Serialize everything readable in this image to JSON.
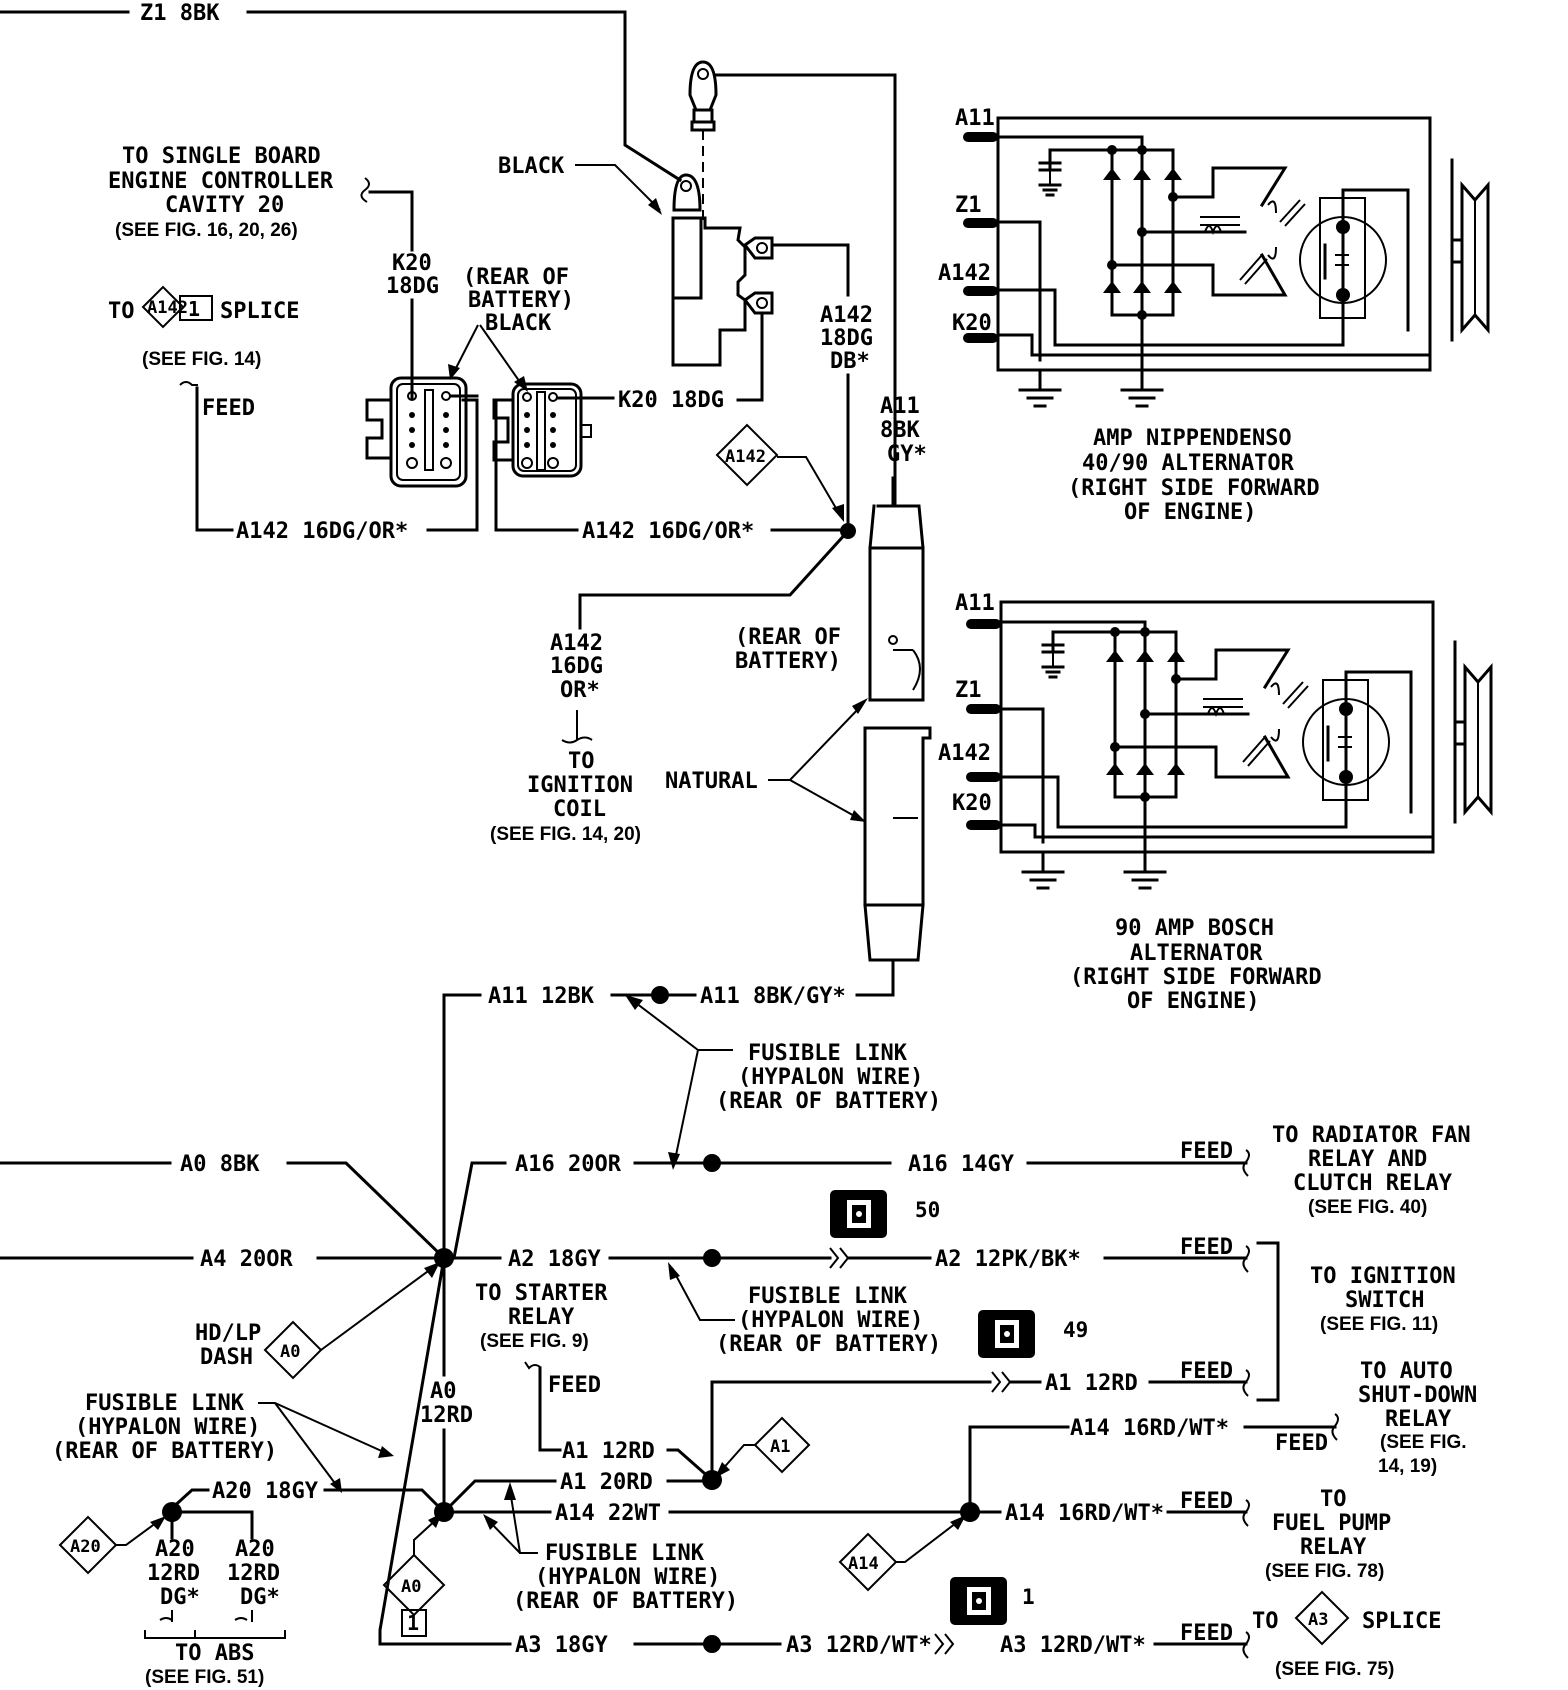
{
  "diagram": {
    "type": "automotive charging system wiring diagram",
    "wires_top": {
      "z1": "Z1 8BK",
      "k20_vert": [
        "K20",
        "18DG"
      ],
      "k20_horiz": "K20 18DG",
      "a142_18dg": [
        "A142",
        "18DG",
        "DB*"
      ],
      "a11_8bk": [
        "A11",
        "8BK",
        "GY*"
      ],
      "a142_left": "A142 16DG/OR*",
      "a142_mid": "A142 16DG/OR*",
      "a142_coil": [
        "A142",
        "16DG",
        "OR*"
      ]
    },
    "labels_top": {
      "black_terminal": "BLACK",
      "sbec": [
        "TO SINGLE BOARD",
        "ENGINE CONTROLLER",
        "CAVITY 20"
      ],
      "sbec_see": "(SEE FIG. 16, 20, 26)",
      "to": "TO",
      "splice": "SPLICE",
      "splice_diamond": "A142",
      "splice_box": "1",
      "splice_see": "(SEE FIG. 14)",
      "feed": "FEED",
      "connector_note": [
        "(REAR OF",
        "BATTERY)",
        "BLACK"
      ],
      "a142_diamond": "A142",
      "rear_of_battery": [
        "(REAR OF",
        "BATTERY)"
      ],
      "natural": "NATURAL",
      "ignition_coil": [
        "TO",
        "IGNITION",
        "COIL"
      ],
      "ignition_coil_see": "(SEE FIG. 14, 20)"
    },
    "alternator_1": {
      "terminals": [
        "A11",
        "Z1",
        "A142",
        "K20"
      ],
      "title": [
        "AMP NIPPENDENSO",
        "40/90 ALTERNATOR",
        "(RIGHT SIDE FORWARD",
        "OF ENGINE)"
      ]
    },
    "alternator_2": {
      "terminals": [
        "A11",
        "Z1",
        "A142",
        "K20"
      ],
      "title": [
        "90 AMP BOSCH",
        "ALTERNATOR",
        "(RIGHT SIDE FORWARD",
        "OF ENGINE)"
      ]
    },
    "wires_bottom": {
      "a11_12bk": "A11 12BK",
      "a11_8bk_gy": "A11 8BK/GY*",
      "a0_8bk": "A0 8BK",
      "a16_20or": "A16 20OR",
      "a16_14gy": "A16 14GY",
      "a4_20or": "A4 20OR",
      "a2_18gy": "A2 18GY",
      "a2_12pk_bk": "A2 12PK/BK*",
      "a0_12rd": [
        "A0",
        "12RD"
      ],
      "a1_12rd_left": "A1 12RD",
      "a1_12rd_right": "A1 12RD",
      "a1_20rd": "A1 20RD",
      "a14_22wt": "A14 22WT",
      "a14_16rd_wt_top": "A14 16RD/WT*",
      "a14_16rd_wt_bottom": "A14 16RD/WT*",
      "a20_18gy": "A20 18GY",
      "a20_branch_1": [
        "A20",
        "12RD",
        "DG*"
      ],
      "a20_branch_2": [
        "A20",
        "12RD",
        "DG*"
      ],
      "a3_18gy": "A3 18GY",
      "a3_12rd_wt_1": "A3 12RD/WT*",
      "a3_12rd_wt_2": "A3 12RD/WT*"
    },
    "labels_bottom": {
      "fusible_link": [
        "FUSIBLE LINK",
        "(HYPALON WIRE)",
        "(REAR OF BATTERY)"
      ],
      "feed": "FEED",
      "radiator_fan": [
        "TO RADIATOR FAN",
        "RELAY AND",
        "CLUTCH RELAY"
      ],
      "radiator_fan_see": "(SEE FIG. 40)",
      "ignition_switch": [
        "TO IGNITION",
        "SWITCH"
      ],
      "ignition_switch_see": "(SEE FIG. 11)",
      "asd_relay": [
        "TO AUTO",
        "SHUT-DOWN",
        "RELAY"
      ],
      "asd_relay_see": [
        "(SEE FIG.",
        "14, 19)"
      ],
      "fuel_pump": [
        "TO",
        "FUEL PUMP",
        "RELAY"
      ],
      "fuel_pump_see": "(SEE FIG. 78)",
      "starter_relay": [
        "TO STARTER",
        "RELAY"
      ],
      "starter_relay_see": "(SEE FIG. 9)",
      "hd_lp_dash": [
        "HD/LP",
        "DASH"
      ],
      "abs": "TO ABS",
      "abs_see": "(SEE FIG. 51)",
      "to": "TO",
      "splice": "SPLICE",
      "splice_a3_diamond": "A3",
      "splice_a3_see": "(SEE FIG. 75)",
      "diamonds": {
        "a0_dash": "A0",
        "a0_bottom": "A0",
        "a0_box": "1",
        "a1": "A1",
        "a14": "A14",
        "a20": "A20"
      },
      "connector_ids": {
        "c50": "50",
        "c49": "49",
        "c1": "1"
      }
    }
  }
}
